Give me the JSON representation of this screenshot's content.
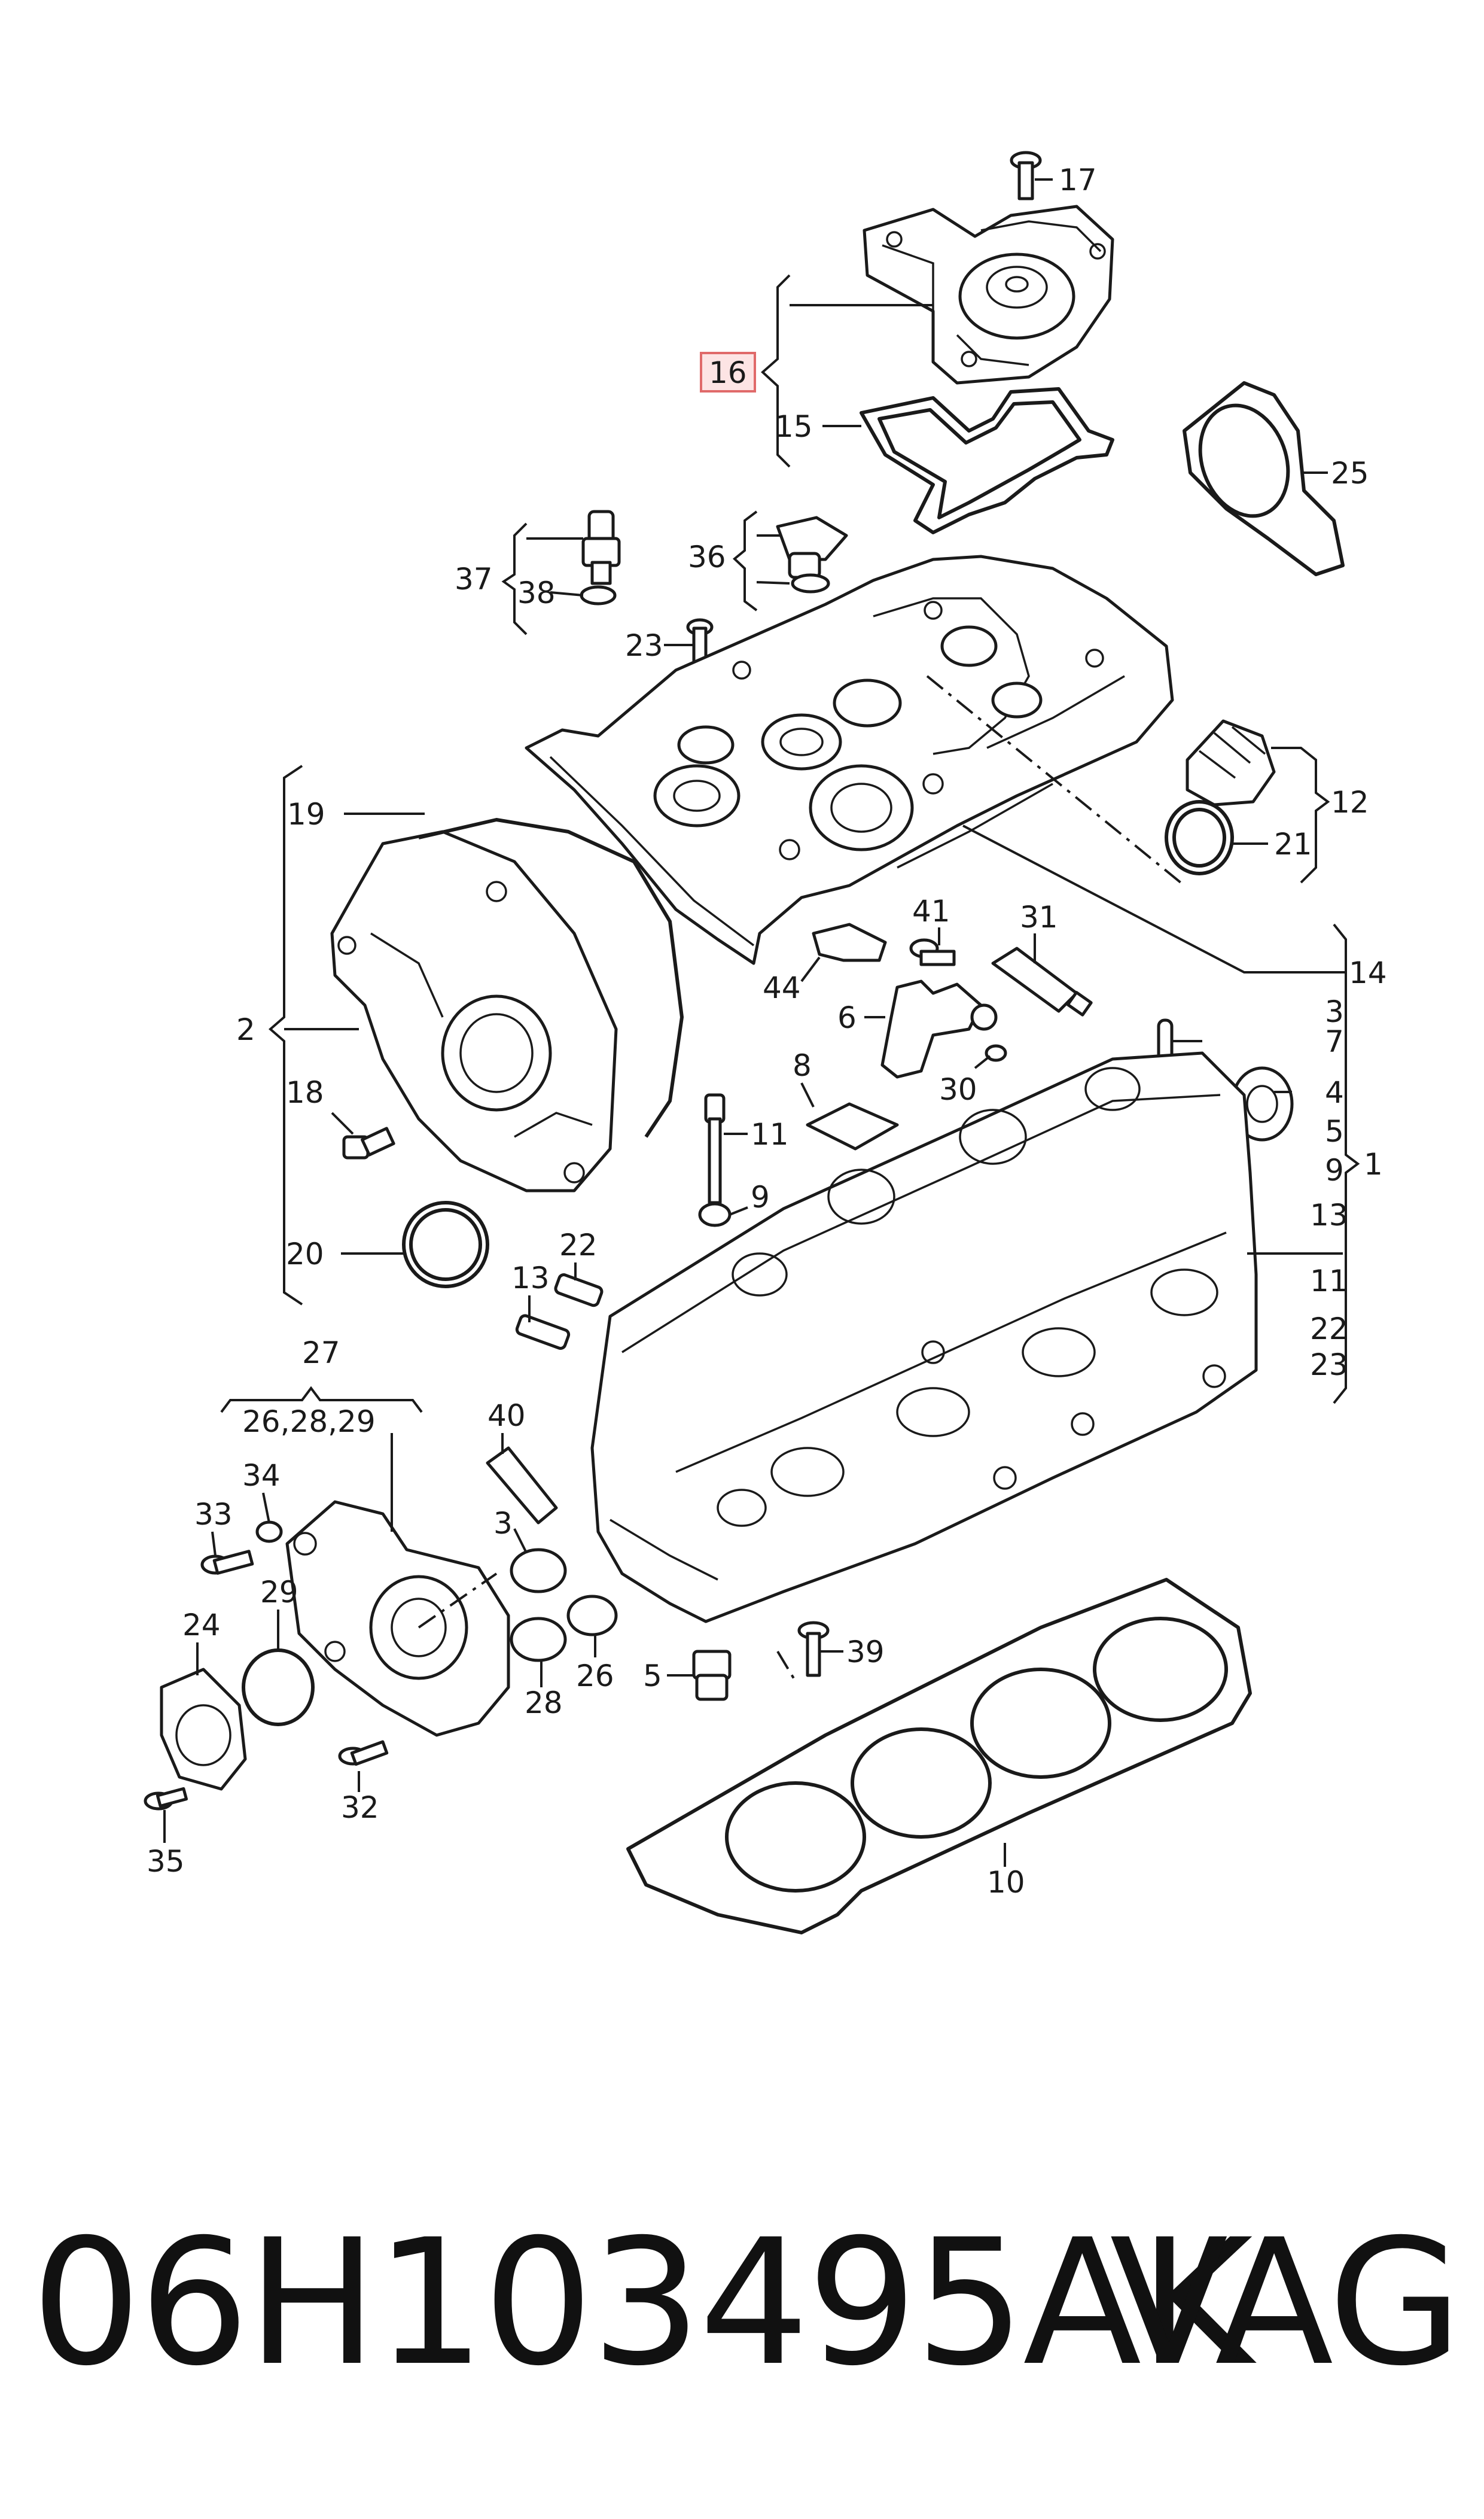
{
  "callouts": {
    "c1": "1",
    "c2": "2",
    "c3": "3",
    "c3b": "3",
    "c4": "4",
    "c5": "5",
    "c5b": "5",
    "c6": "6",
    "c7": "7",
    "c8": "8",
    "c9": "9",
    "c9b": "9",
    "c10": "10",
    "c11": "11",
    "c11b": "11",
    "c12": "12",
    "c13": "13",
    "c13b": "13",
    "c14": "14",
    "c15": "15",
    "c16": "16",
    "c17": "17",
    "c18": "18",
    "c19": "19",
    "c20": "20",
    "c21": "21",
    "c22": "22",
    "c22b": "22",
    "c23": "23",
    "c23b": "23",
    "c24": "24",
    "c25": "25",
    "c26": "26",
    "c26g": "26,28,29",
    "c27": "27",
    "c28": "28",
    "c29": "29",
    "c30": "30",
    "c31": "31",
    "c32": "32",
    "c33": "33",
    "c34": "34",
    "c35": "35",
    "c36": "36",
    "c37": "37",
    "c38": "38",
    "c39": "39",
    "c40": "40",
    "c41": "41",
    "c44": "44"
  },
  "highlight_color": "#e06a6a",
  "highlight_fill": "#fde4e4",
  "footer": {
    "part_number": "06H103495AK",
    "brand": "VAG"
  }
}
